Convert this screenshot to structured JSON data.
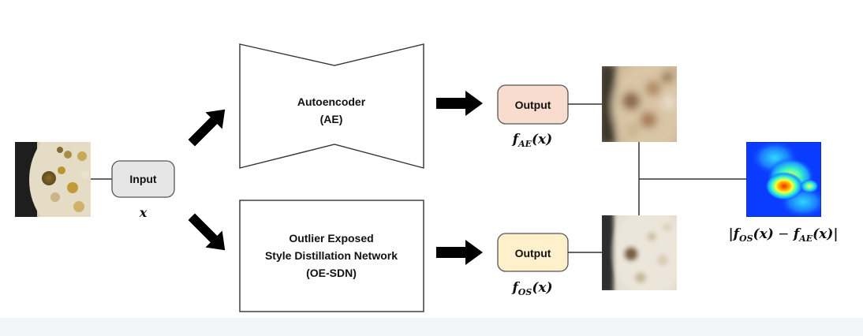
{
  "input": {
    "label": "Input",
    "var": "x"
  },
  "ae": {
    "line1": "Autoencoder",
    "line2": "(AE)"
  },
  "oesdn": {
    "line1": "Outlier Exposed",
    "line2": "Style Distillation Network",
    "line3": "(OE-SDN)"
  },
  "output_ae": {
    "label": "Output",
    "fn": "f",
    "sub": "AE",
    "arg": "(x)"
  },
  "output_os": {
    "label": "Output",
    "fn": "f",
    "sub": "OS",
    "arg": "(x)"
  },
  "anomaly": {
    "bar": "|",
    "f1": "f",
    "sub1": "OS",
    "arg1": "(x)",
    "minus": " − ",
    "f2": "f",
    "sub2": "AE",
    "arg2": "(x)"
  },
  "colors": {
    "input_box": "#e6e6e6",
    "output_ae_box": "#f8dccd",
    "output_os_box": "#fdf0cb",
    "arrow": "#000000"
  },
  "icons": [
    "input-image",
    "ae-output-image",
    "os-output-image",
    "anomaly-heatmap",
    "arrow-up-right",
    "arrow-down-right",
    "arrow-right"
  ]
}
